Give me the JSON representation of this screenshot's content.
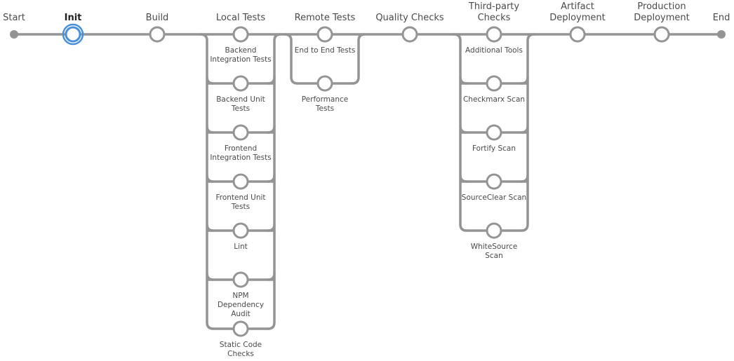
{
  "pipeline": {
    "stages": [
      {
        "id": "start",
        "label": [
          "Start"
        ],
        "kind": "terminal",
        "active": false
      },
      {
        "id": "init",
        "label": [
          "Init"
        ],
        "kind": "node",
        "active": true
      },
      {
        "id": "build",
        "label": [
          "Build"
        ],
        "kind": "node",
        "active": false
      },
      {
        "id": "local-tests",
        "label": [
          "Local Tests"
        ],
        "kind": "parallel",
        "active": false,
        "branches": [
          [
            "Backend",
            "Integration Tests"
          ],
          [
            "Backend Unit",
            "Tests"
          ],
          [
            "Frontend",
            "Integration Tests"
          ],
          [
            "Frontend Unit",
            "Tests"
          ],
          [
            "Lint"
          ],
          [
            "NPM",
            "Dependency",
            "Audit"
          ],
          [
            "Static Code",
            "Checks"
          ]
        ]
      },
      {
        "id": "remote-tests",
        "label": [
          "Remote Tests"
        ],
        "kind": "parallel",
        "active": false,
        "branches": [
          [
            "End to End Tests"
          ],
          [
            "Performance",
            "Tests"
          ]
        ]
      },
      {
        "id": "quality-checks",
        "label": [
          "Quality Checks"
        ],
        "kind": "node",
        "active": false
      },
      {
        "id": "third-party-checks",
        "label": [
          "Third-party",
          "Checks"
        ],
        "kind": "parallel",
        "active": false,
        "branches": [
          [
            "Additional Tools"
          ],
          [
            "Checkmarx Scan"
          ],
          [
            "Fortify Scan"
          ],
          [
            "SourceClear Scan"
          ],
          [
            "WhiteSource",
            "Scan"
          ]
        ]
      },
      {
        "id": "artifact-deployment",
        "label": [
          "Artifact",
          "Deployment"
        ],
        "kind": "node",
        "active": false
      },
      {
        "id": "production-deployment",
        "label": [
          "Production",
          "Deployment"
        ],
        "kind": "node",
        "active": false
      },
      {
        "id": "end",
        "label": [
          "End"
        ],
        "kind": "terminal",
        "active": false
      }
    ]
  },
  "colors": {
    "connector": "#949494",
    "active": "#4a90d9",
    "text": "#4a4a4a"
  }
}
